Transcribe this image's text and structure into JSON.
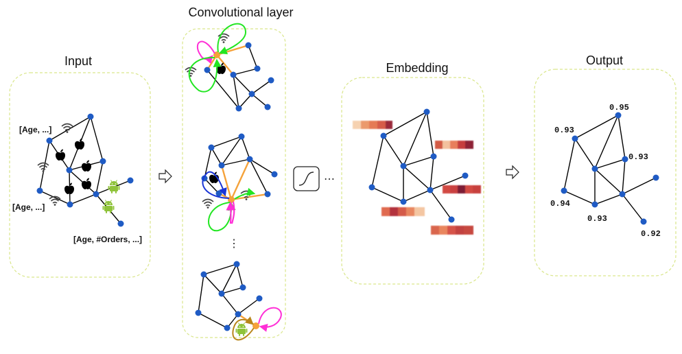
{
  "stages": {
    "input": "Input",
    "conv": "Convolutional layer",
    "embedding": "Embedding",
    "output": "Output"
  },
  "features": {
    "top": "[Age, ...]",
    "mid": "[Age, ...]",
    "bottom": "[Age, #Orders, ...]"
  },
  "scores": [
    "0.95",
    "0.93",
    "0.93",
    "0.94",
    "0.93",
    "0.92"
  ],
  "ellipsis": "⋯",
  "vertical_ellipsis": "⋮",
  "colors": {
    "node": "#1f5bc4",
    "hub": "#f5a23a",
    "box": "#d9e68a",
    "loop_pink": "#ff2fd6",
    "loop_green": "#22e622",
    "loop_blue": "#1a35d6",
    "loop_brown": "#b8861b"
  },
  "icons": [
    "wifi-icon",
    "apple-icon",
    "android-icon",
    "sigmoid-icon",
    "arrow-right-icon"
  ]
}
